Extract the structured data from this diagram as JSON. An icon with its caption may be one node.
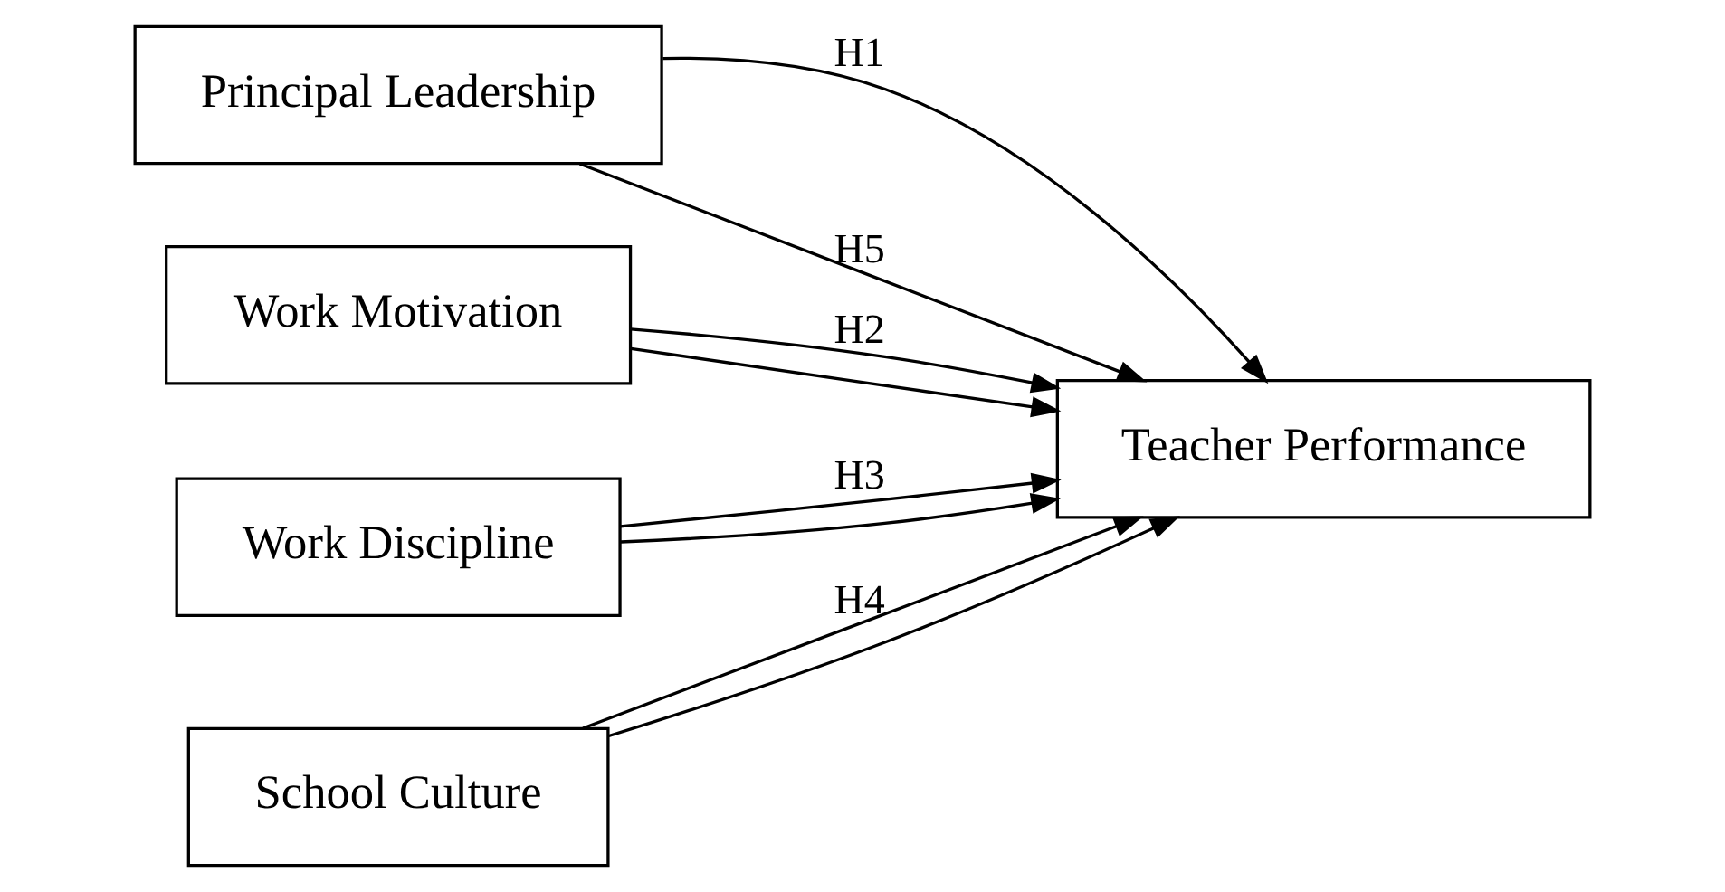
{
  "diagram": {
    "nodes": [
      {
        "text": [
          "Principal Leadership"
        ]
      },
      {
        "text": [
          "Work Motivation"
        ]
      },
      {
        "text": [
          "Work Discipline"
        ]
      },
      {
        "text": [
          "School Culture"
        ]
      },
      {
        "text": [
          "Teacher Performance"
        ]
      }
    ],
    "edges": [
      {
        "from": 0,
        "to": 4,
        "arrow": "to",
        "label": "H1"
      },
      {
        "from": 1,
        "to": 4,
        "arrow": "to",
        "label": "H2"
      },
      {
        "from": 2,
        "to": 4,
        "arrow": "to",
        "label": "H3"
      },
      {
        "from": 3,
        "to": 4,
        "arrow": "to",
        "label": "H4"
      },
      {
        "from": 0,
        "to": 4,
        "arrow": "to",
        "label": "H5"
      },
      {
        "from": 1,
        "to": 4,
        "arrow": "to"
      },
      {
        "from": 2,
        "to": 4,
        "arrow": "to"
      },
      {
        "from": 3,
        "to": 4,
        "arrow": "to"
      }
    ]
  }
}
